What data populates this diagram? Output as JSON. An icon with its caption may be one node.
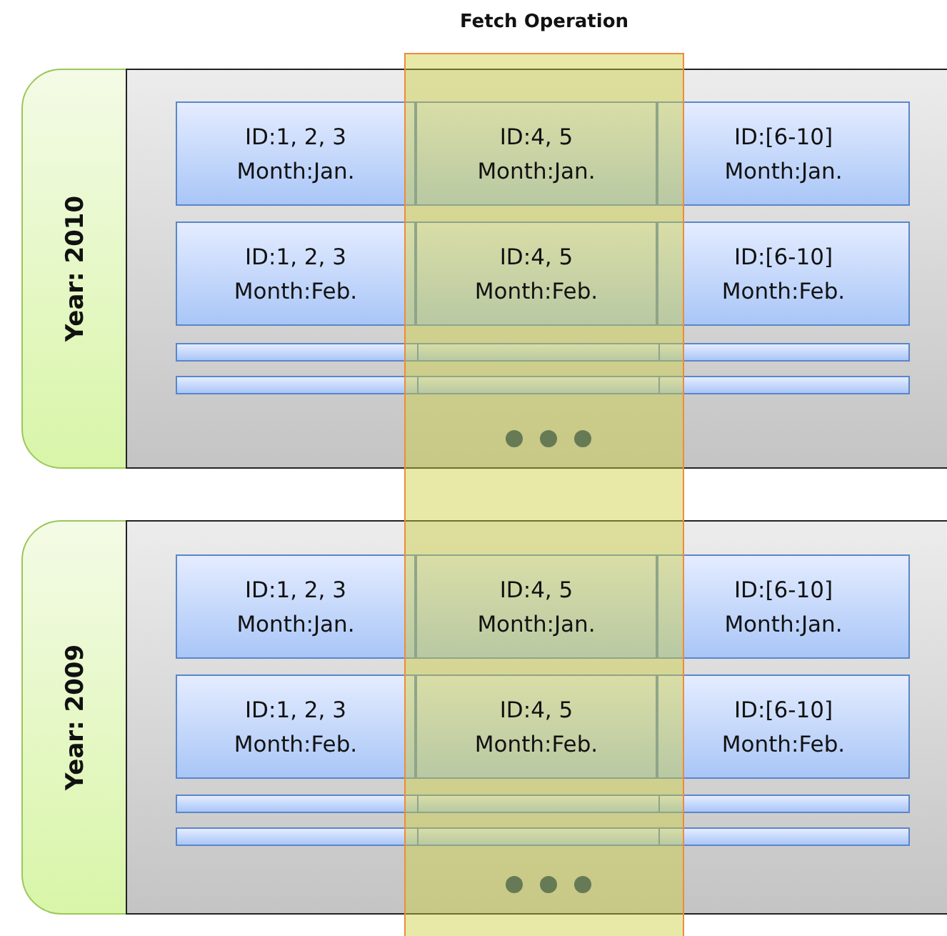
{
  "diagram": {
    "nodes": [
      {
        "text": [
          "Fetch Operation"
        ]
      },
      {
        "text": [
          "Year: 2010"
        ]
      },
      {
        "text": [
          "ID:1, 2, 3",
          "Month:Jan."
        ],
        "in": 1
      },
      {
        "text": [
          "ID:4, 5",
          "Month:Jan."
        ]
      },
      {
        "text": [
          "ID:[6-10]",
          "Month:Jan."
        ],
        "in": 1
      },
      {
        "text": [
          "ID:1, 2, 3",
          "Month:Feb."
        ],
        "in": 1
      },
      {
        "text": [
          "ID:4, 5",
          "Month:Feb."
        ]
      },
      {
        "text": [
          "ID:[6-10]",
          "Month:Feb."
        ],
        "in": 1
      },
      {
        "text": [],
        "shape": "bar",
        "in": 1
      },
      {
        "text": [],
        "shape": "bar",
        "in": 1
      },
      {
        "text": [
          "Year: 2009"
        ]
      },
      {
        "text": [
          "ID:1, 2, 3",
          "Month:Jan."
        ],
        "in": 10
      },
      {
        "text": [
          "ID:4, 5",
          "Month:Jan."
        ]
      },
      {
        "text": [
          "ID:[6-10]",
          "Month:Jan."
        ],
        "in": 10
      },
      {
        "text": [
          "ID:1, 2, 3",
          "Month:Feb."
        ],
        "in": 10
      },
      {
        "text": [
          "ID:4, 5",
          "Month:Feb."
        ]
      },
      {
        "text": [
          "ID:[6-10]",
          "Month:Feb."
        ],
        "in": 10
      },
      {
        "text": [],
        "shape": "bar",
        "in": 10
      },
      {
        "text": [],
        "shape": "bar",
        "in": 10
      }
    ]
  }
}
